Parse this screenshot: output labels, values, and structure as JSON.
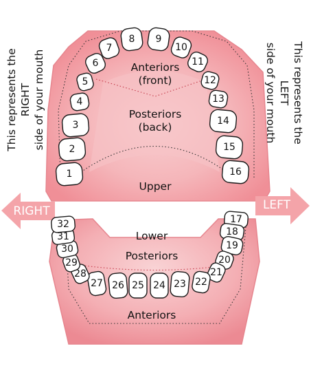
{
  "upper": {
    "label": "Upper",
    "anteriors": [
      "Anteriors",
      "(front)"
    ],
    "posteriors": [
      "Posteriors",
      "(back)"
    ]
  },
  "lower": {
    "label": "Lower",
    "posteriors": "Posteriors",
    "anteriors": "Anteriors"
  },
  "right_note": [
    "This represents the",
    "RIGHT",
    "side of your mouth"
  ],
  "left_note": [
    "This represents the",
    "LEFT",
    "side of your mouth"
  ],
  "arrows": {
    "right": "RIGHT",
    "left": "LEFT"
  },
  "colors": {
    "gum": "#f2a7ab",
    "gum_edge": "#e07f88",
    "arrow": "#f4a4a9"
  },
  "teeth": [
    "1",
    "2",
    "3",
    "4",
    "5",
    "6",
    "7",
    "8",
    "9",
    "10",
    "11",
    "12",
    "13",
    "14",
    "15",
    "16",
    "17",
    "18",
    "19",
    "20",
    "21",
    "22",
    "23",
    "24",
    "25",
    "26",
    "27",
    "28",
    "29",
    "30",
    "31",
    "32"
  ]
}
